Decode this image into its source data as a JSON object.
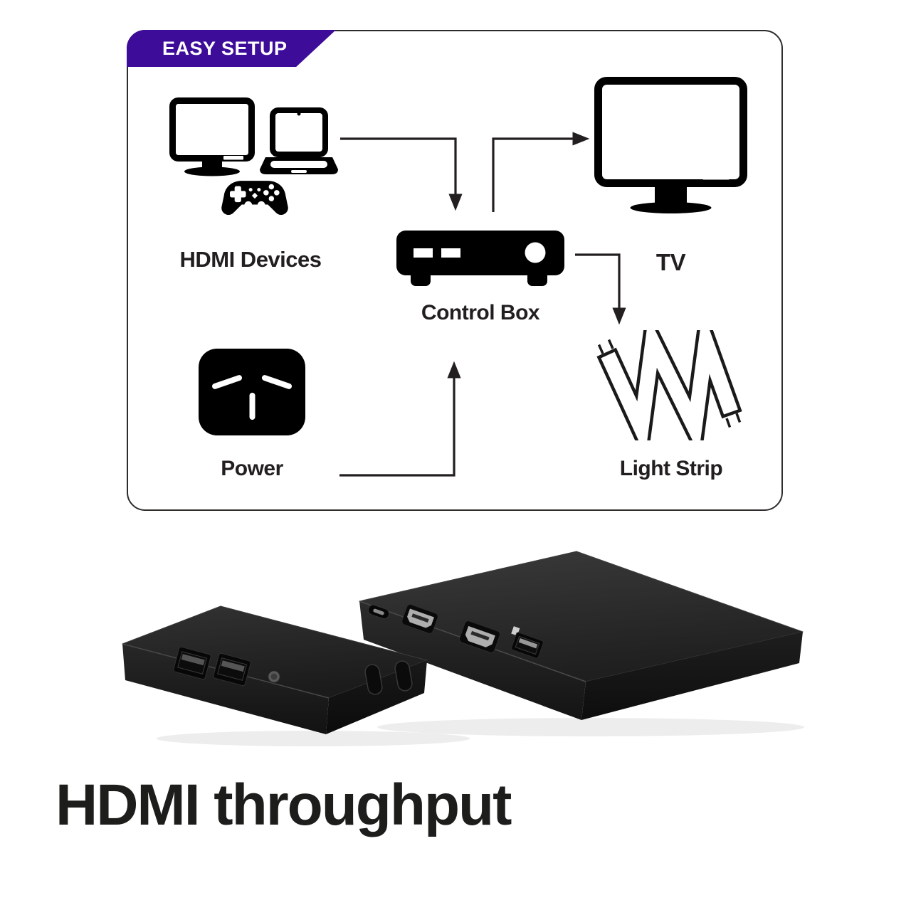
{
  "panel": {
    "badge": {
      "label": "EASY SETUP",
      "color": "#3d0c99",
      "text_color": "#ffffff"
    },
    "nodes": {
      "hdmi_devices": {
        "label": "HDMI Devices"
      },
      "control_box": {
        "label": "Control Box"
      },
      "tv": {
        "label": "TV"
      },
      "power": {
        "label": "Power"
      },
      "light_strip": {
        "label": "Light Strip"
      }
    },
    "connections": [
      {
        "from": "hdmi-devices",
        "to": "control-box"
      },
      {
        "from": "control-box",
        "to": "tv"
      },
      {
        "from": "control-box",
        "to": "light-strip"
      },
      {
        "from": "power",
        "to": "control-box"
      }
    ],
    "icons": [
      "desktop-monitor-icon",
      "laptop-icon",
      "game-controller-icon",
      "control-box-icon",
      "tv-icon",
      "power-socket-icon",
      "light-strip-icon"
    ]
  },
  "product_photo": {
    "items": [
      "small-control-unit-with-two-usb-ports",
      "main-control-box-with-usb-c-hdmi-hdmi-usb-ports"
    ]
  },
  "heading": {
    "text": "HDMI throughput"
  },
  "colors": {
    "ink": "#231f20",
    "panel_border": "#2e2c2b",
    "background": "#ffffff"
  }
}
